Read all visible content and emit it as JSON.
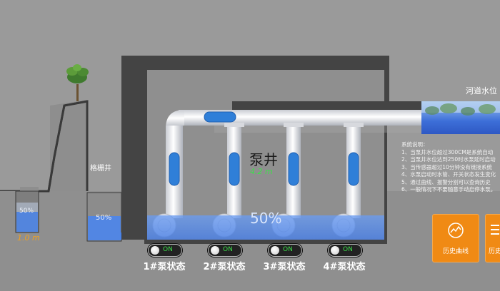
{
  "labels": {
    "grating_well": "格栅井",
    "pump_well": "泵井",
    "river_level": "河道水位",
    "left_tank_percent": "50%",
    "grating_percent": "50%",
    "pump_well_percent": "50%",
    "left_level_value": "1.0 m",
    "pump_well_level_value": "4.2 m"
  },
  "pumps": [
    {
      "label": "1#泵状态",
      "state": "ON"
    },
    {
      "label": "2#泵状态",
      "state": "ON"
    },
    {
      "label": "3#泵状态",
      "state": "ON"
    },
    {
      "label": "4#泵状态",
      "state": "ON"
    }
  ],
  "system_notes": {
    "title": "系统说明：",
    "lines": [
      "1、当泵井水位超过300CM是系统自动",
      "2、当泵井水位达到250时水泵延时启动",
      "3、当传感器超过10分钟没有链接系统",
      "4、水泵启动时水管、开关状态发生变化",
      "5、通过曲线、报警分别可以查询历史",
      "6、一般情况下不要随意手动启停水泵。"
    ]
  },
  "buttons": [
    {
      "label": "历史曲线"
    },
    {
      "label": "历史"
    }
  ],
  "colors": {
    "water": "#4f86e8",
    "pump_on_text": "#3ddf4a",
    "level_value_green": "#3ddf4a",
    "level_value_orange": "#f0a020",
    "button_orange": "#f08a14",
    "wall_dark": "#444444"
  },
  "water_levels": {
    "left_tank": 0.5,
    "grating_well": 0.5,
    "pump_well": 0.5
  }
}
